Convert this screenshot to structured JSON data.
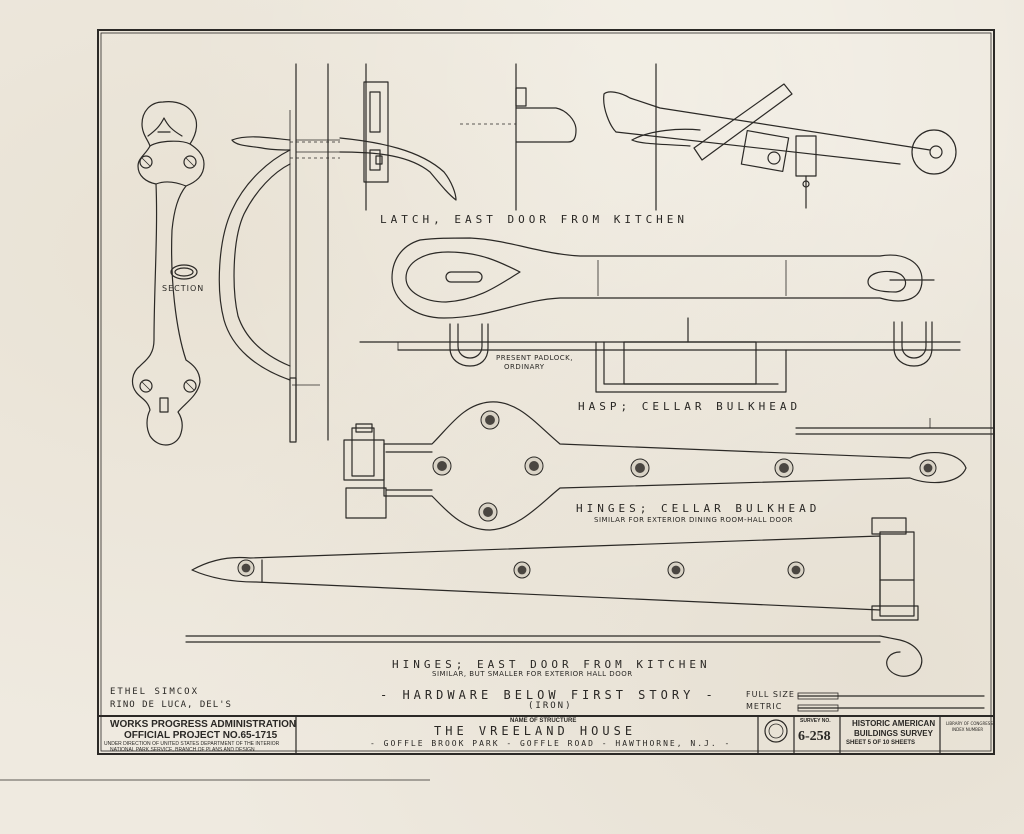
{
  "drawing_labels": {
    "section": "SECTION",
    "latch": "LATCH, EAST DOOR FROM KITCHEN",
    "padlock": "PRESENT PADLOCK,",
    "padlock2": "ORDINARY",
    "hasp": "HASP; CELLAR BULKHEAD",
    "hinges_cellar": "HINGES; CELLAR BULKHEAD",
    "hinges_cellar_sub": "SIMILAR FOR EXTERIOR DINING ROOM-HALL DOOR",
    "hinges_east": "HINGES; EAST DOOR FROM KITCHEN",
    "hinges_east_sub": "SIMILAR, BUT SMALLER FOR EXTERIOR HALL DOOR",
    "sheet_title": "- HARDWARE BELOW FIRST STORY -",
    "material": "(IRON)",
    "delineator1": "ETHEL SIMCOX",
    "delineator2": "RINO DE LUCA, DEL'S",
    "scale_full": "FULL SIZE",
    "scale_metric": "METRIC"
  },
  "title_block": {
    "wpa": "WORKS PROGRESS ADMINISTRATION",
    "project": "OFFICIAL PROJECT NO.65-1715",
    "direction1": "UNDER DIRECTION OF UNITED STATES DEPARTMENT OF THE INTERIOR",
    "direction2": "NATIONAL PARK SERVICE, BRANCH OF PLANS AND DESIGN",
    "name_label": "NAME OF STRUCTURE",
    "structure": "THE   VREELAND   HOUSE",
    "location": "- GOFFLE BROOK PARK - GOFFLE ROAD - HAWTHORNE, N.J. -",
    "survey_label": "SURVEY NO.",
    "survey_no": "6-258",
    "habs1": "HISTORIC AMERICAN",
    "habs2": "BUILDINGS SURVEY",
    "sheet": "SHEET 5 OF 10 SHEETS",
    "library1": "LIBRARY OF CONGRESS",
    "library2": "INDEX NUMBER"
  }
}
